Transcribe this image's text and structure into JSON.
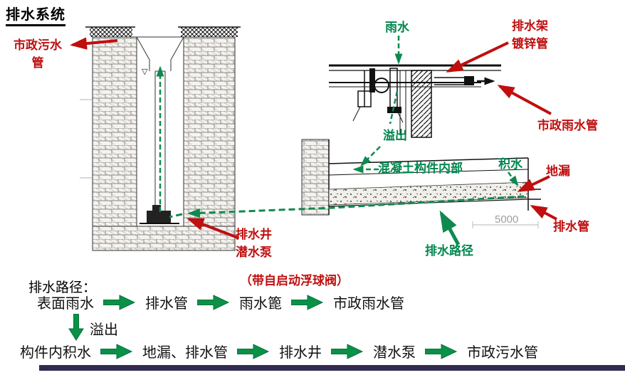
{
  "title": "排水系统",
  "colors": {
    "red_label": "#bf0f0f",
    "green_label": "#00864e",
    "flow_arrow_green": "#0a9148",
    "footer_bar_purple": "#332a52",
    "dimension_gray": "#9f9f9f"
  },
  "labels": {
    "municipal_sewage": "市政污水管",
    "rain": "雨水",
    "drain_rack": "排水架",
    "galvanized_pipe": "镀锌管",
    "municipal_rain": "市政雨水管",
    "overflow": "溢出",
    "concrete_interior": "混凝土构件内部",
    "ponding": "积水",
    "floor_drain": "地漏",
    "drain_pipe": "排水管",
    "sump_well": "排水井",
    "pump": "潜水泵",
    "float_valve_note": "（带自启动浮球阀）",
    "drainage_path": "排水路径",
    "dimension": "5000",
    "level_mark": "▽"
  },
  "flow": {
    "heading": "排水路径：",
    "row1": [
      "表面雨水",
      "排水管",
      "雨水篦",
      "市政雨水管"
    ],
    "overflow": "溢出",
    "row2": [
      "构件内积水",
      "地漏、排水管",
      "排水井",
      "潜水泵",
      "市政污水管"
    ]
  }
}
